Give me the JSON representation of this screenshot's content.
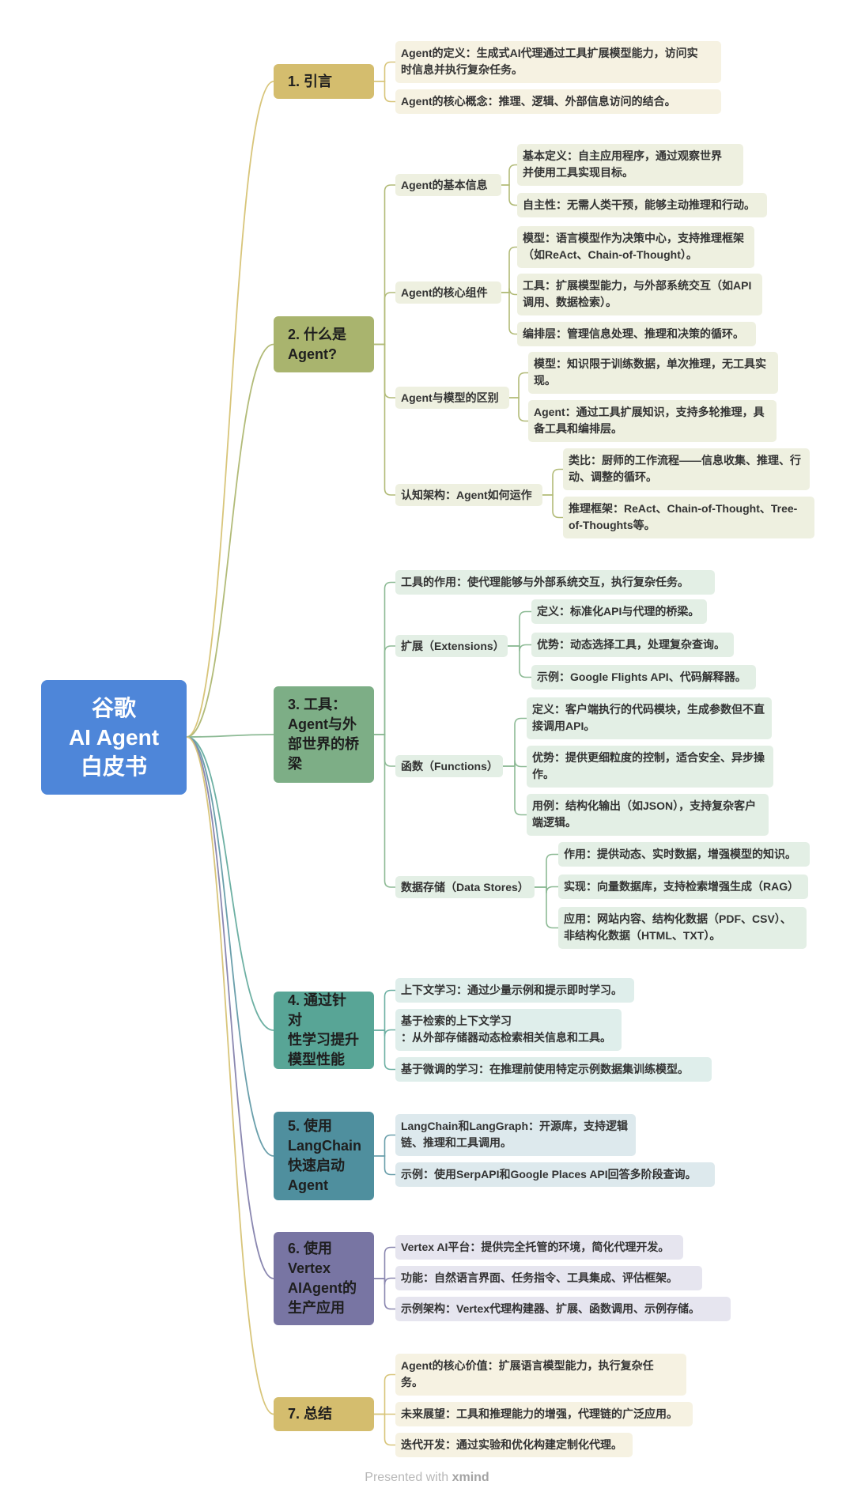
{
  "root": {
    "title": "谷歌\nAI Agent\n白皮书"
  },
  "palette": {
    "root": "#4e86d9",
    "s1": {
      "main": "#d4bd6e",
      "light": "#f6f2e2",
      "line": "#d8c57a"
    },
    "s2": {
      "main": "#a9b46e",
      "light": "#eef0e0",
      "line": "#b2bb78"
    },
    "s3": {
      "main": "#7dae86",
      "light": "#e3efe5",
      "line": "#8dba95"
    },
    "s4": {
      "main": "#58a596",
      "light": "#dfeeeb",
      "line": "#6db0a3"
    },
    "s5": {
      "main": "#4f8f9e",
      "light": "#dde9ed",
      "line": "#6a9fab"
    },
    "s6": {
      "main": "#7875a3",
      "light": "#e6e5ef",
      "line": "#8a87b0"
    },
    "s7": {
      "main": "#d4bd6e",
      "light": "#f6f2e2",
      "line": "#d8c57a"
    }
  },
  "sections": [
    {
      "title": "1. 引言",
      "children": [
        {
          "text": "Agent的定义：生成式AI代理通过工具扩展模型能力，访问实\n时信息并执行复杂任务。"
        },
        {
          "text": "Agent的核心概念：推理、逻辑、外部信息访问的结合。"
        }
      ]
    },
    {
      "title": "2. 什么是\nAgent?",
      "children": [
        {
          "text": "Agent的基本信息",
          "children": [
            {
              "text": "基本定义：自主应用程序，通过观察世界\n并使用工具实现目标。"
            },
            {
              "text": "自主性：无需人类干预，能够主动推理和行动。"
            }
          ]
        },
        {
          "text": "Agent的核心组件",
          "children": [
            {
              "text": "模型：语言模型作为决策中心，支持推理框架\n（如ReAct、Chain-of-Thought）。"
            },
            {
              "text": "工具：扩展模型能力，与外部系统交互（如API\n调用、数据检索）。"
            },
            {
              "text": "编排层：管理信息处理、推理和决策的循环。"
            }
          ]
        },
        {
          "text": "Agent与模型的区别",
          "children": [
            {
              "text": "模型：知识限于训练数据，单次推理，无工具实\n现。"
            },
            {
              "text": "Agent：通过工具扩展知识，支持多轮推理，具\n备工具和编排层。"
            }
          ]
        },
        {
          "text": "认知架构：Agent如何运作",
          "children": [
            {
              "text": "类比：厨师的工作流程——信息收集、推理、行\n动、调整的循环。"
            },
            {
              "text": "推理框架：ReAct、Chain-of-Thought、Tree-\nof-Thoughts等。"
            }
          ]
        }
      ]
    },
    {
      "title": "3. 工具：\nAgent与外\n部世界的桥\n梁",
      "children": [
        {
          "text": "工具的作用：使代理能够与外部系统交互，执行复杂任务。"
        },
        {
          "text": "扩展（Extensions）",
          "children": [
            {
              "text": "定义：标准化API与代理的桥梁。"
            },
            {
              "text": "优势：动态选择工具，处理复杂查询。"
            },
            {
              "text": "示例：Google Flights API、代码解释器。"
            }
          ]
        },
        {
          "text": "函数（Functions）",
          "children": [
            {
              "text": "定义：客户端执行的代码模块，生成参数但不直\n接调用API。"
            },
            {
              "text": "优势：提供更细粒度的控制，适合安全、异步操\n作。"
            },
            {
              "text": "用例：结构化输出（如JSON），支持复杂客户\n端逻辑。"
            }
          ]
        },
        {
          "text": "数据存储（Data Stores）",
          "children": [
            {
              "text": "作用：提供动态、实时数据，增强模型的知识。"
            },
            {
              "text": "实现：向量数据库，支持检索增强生成（RAG）"
            },
            {
              "text": "应用：网站内容、结构化数据（PDF、CSV）、\n非结构化数据（HTML、TXT）。"
            }
          ]
        }
      ]
    },
    {
      "title": "4. 通过针对\n性学习提升\n模型性能",
      "children": [
        {
          "text": "上下文学习：通过少量示例和提示即时学习。"
        },
        {
          "text": "基于检索的上下文学习\n：从外部存储器动态检索相关信息和工具。"
        },
        {
          "text": "基于微调的学习：在推理前使用特定示例数据集训练模型。"
        }
      ]
    },
    {
      "title": "5. 使用\nLangChain\n快速启动\nAgent",
      "children": [
        {
          "text": "LangChain和LangGraph：开源库，支持逻辑\n链、推理和工具调用。"
        },
        {
          "text": "示例：使用SerpAPI和Google Places API回答多阶段查询。"
        }
      ]
    },
    {
      "title": "6. 使用\nVertex\nAIAgent的\n生产应用",
      "children": [
        {
          "text": "Vertex AI平台：提供完全托管的环境，简化代理开发。"
        },
        {
          "text": "功能：自然语言界面、任务指令、工具集成、评估框架。"
        },
        {
          "text": "示例架构：Vertex代理构建器、扩展、函数调用、示例存储。"
        }
      ]
    },
    {
      "title": "7. 总结",
      "children": [
        {
          "text": "Agent的核心价值：扩展语言模型能力，执行复杂任\n务。"
        },
        {
          "text": "未来展望：工具和推理能力的增强，代理链的广泛应用。"
        },
        {
          "text": "迭代开发：通过实验和优化构建定制化代理。"
        }
      ]
    }
  ],
  "footer": {
    "prefix": "Presented with",
    "brand": "xmind"
  }
}
